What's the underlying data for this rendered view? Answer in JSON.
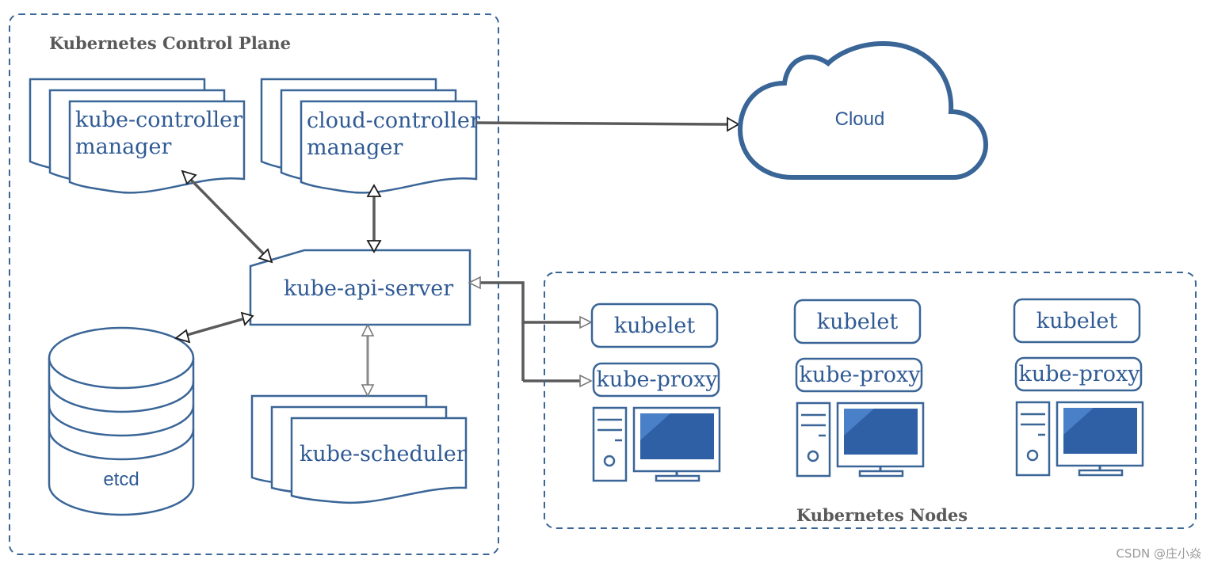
{
  "control_plane": {
    "title": "Kubernetes Control Plane",
    "kube_controller_manager": {
      "line1": "kube-controller",
      "line2": "manager"
    },
    "cloud_controller_manager": {
      "line1": "cloud-controller",
      "line2": "manager"
    },
    "kube_api_server": "kube-api-server",
    "etcd": "etcd",
    "kube_scheduler": "kube-scheduler"
  },
  "cloud": {
    "label": "Cloud"
  },
  "nodes": {
    "title": "Kubernetes Nodes",
    "items": [
      {
        "kubelet": "kubelet",
        "kube_proxy": "kube-proxy"
      },
      {
        "kubelet": "kubelet",
        "kube_proxy": "kube-proxy"
      },
      {
        "kubelet": "kubelet",
        "kube_proxy": "kube-proxy"
      }
    ]
  },
  "watermark": "CSDN @庄小焱",
  "colors": {
    "accent": "#3a6597",
    "text": "#2f5a94",
    "connector": "#5a5a5a",
    "title": "#595959"
  }
}
